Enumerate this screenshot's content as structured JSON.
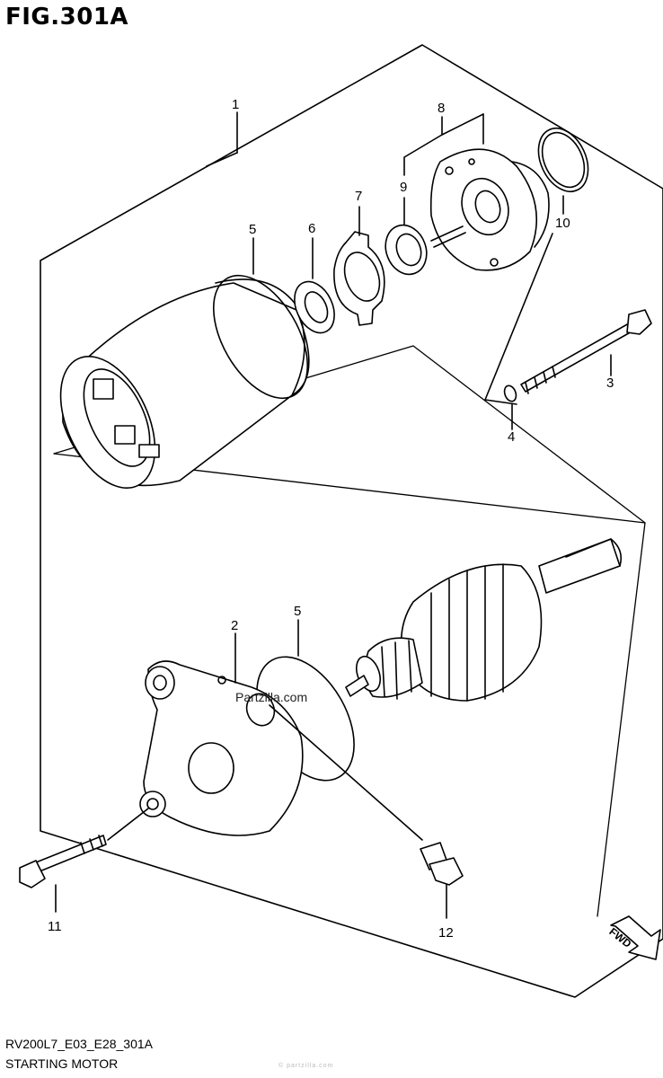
{
  "figure": {
    "title": "FIG.301A",
    "code": "RV200L7_E03_E28_301A",
    "name": "STARTING MOTOR",
    "watermark": "Partzilla.com",
    "watermark_bottom": "© partzilla.com"
  },
  "callouts": [
    {
      "id": "c1",
      "text": "1"
    },
    {
      "id": "c2",
      "text": "2"
    },
    {
      "id": "c3",
      "text": "3"
    },
    {
      "id": "c4",
      "text": "4"
    },
    {
      "id": "c5a",
      "text": "5"
    },
    {
      "id": "c5b",
      "text": "5"
    },
    {
      "id": "c6",
      "text": "6"
    },
    {
      "id": "c7",
      "text": "7"
    },
    {
      "id": "c8",
      "text": "8"
    },
    {
      "id": "c9",
      "text": "9"
    },
    {
      "id": "c10",
      "text": "10"
    },
    {
      "id": "c11",
      "text": "11"
    },
    {
      "id": "c12",
      "text": "12"
    }
  ],
  "fwd": {
    "text": "FWD"
  },
  "colors": {
    "line": "#000000",
    "background": "#ffffff"
  }
}
